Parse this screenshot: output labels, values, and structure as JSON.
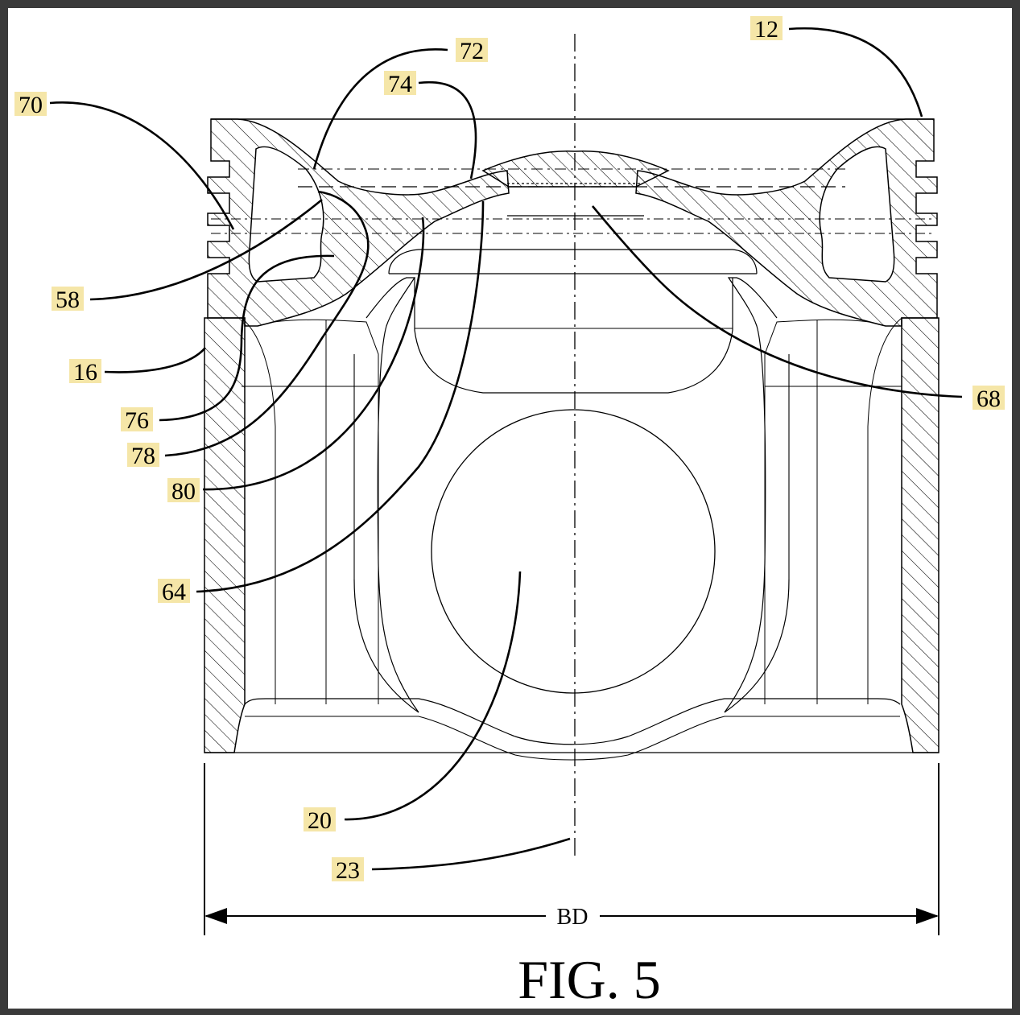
{
  "figure": {
    "title": "FIG. 5",
    "dimension_label": "BD",
    "label_highlight_color": "#f5e6a8"
  },
  "labels": {
    "l12": "12",
    "l72": "72",
    "l74": "74",
    "l70": "70",
    "l58": "58",
    "l16": "16",
    "l76": "76",
    "l78": "78",
    "l80": "80",
    "l64": "64",
    "l68": "68",
    "l20": "20",
    "l23": "23"
  }
}
